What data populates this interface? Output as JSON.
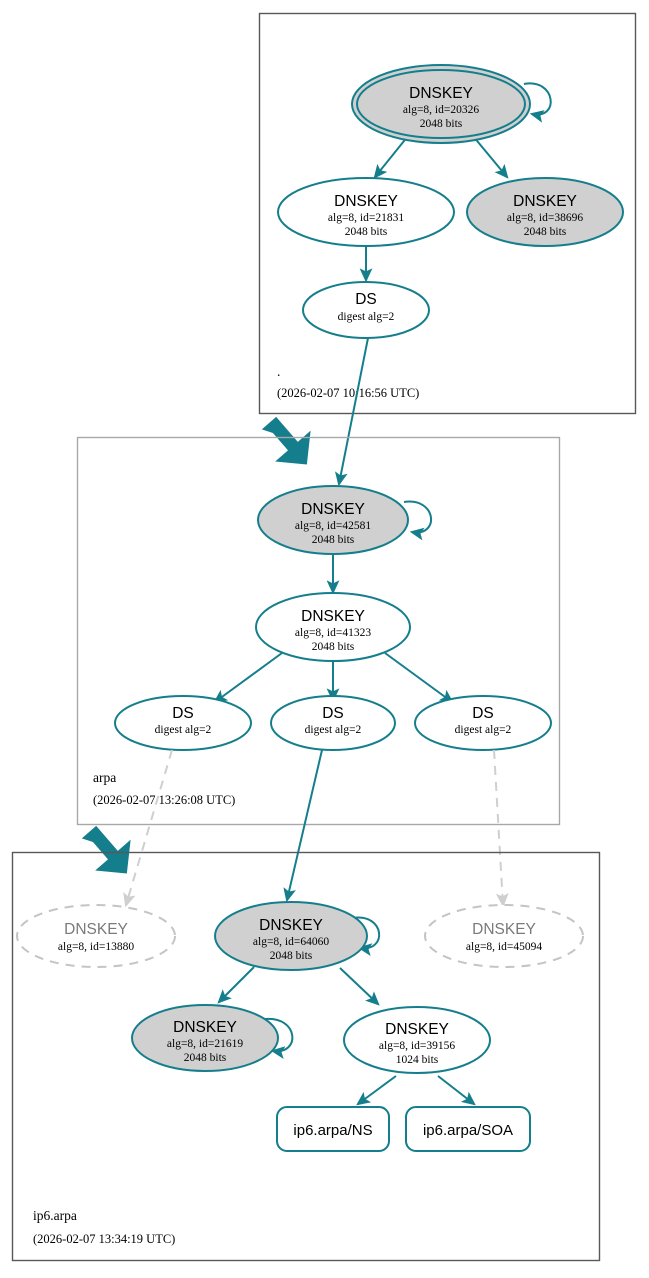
{
  "diagram": {
    "kind": "dnssec-authentication-chain",
    "colors": {
      "accent": "#157e8c",
      "secure_fill": "#d0d0d0",
      "insecure_fill": "#ffffff",
      "dashed_stroke": "#c4c4c4",
      "box_stroke": "#58585a",
      "text": "#000000"
    }
  },
  "zones": [
    {
      "id": "root",
      "name": ".",
      "timestamp": "(2026-02-07 10:16:56 UTC)",
      "nodes": [
        {
          "id": "r-ksk",
          "type": "DNSKEY",
          "title": "DNSKEY",
          "line2": "alg=8, id=20326",
          "line3": "2048 bits",
          "alg": 8,
          "key_id": 20326,
          "bits": 2048,
          "style": "trust-anchor",
          "filled": true,
          "self_sign": true
        },
        {
          "id": "r-zsk-21831",
          "type": "DNSKEY",
          "title": "DNSKEY",
          "line2": "alg=8, id=21831",
          "line3": "2048 bits",
          "alg": 8,
          "key_id": 21831,
          "bits": 2048,
          "style": "normal",
          "filled": false,
          "self_sign": false
        },
        {
          "id": "r-zsk-38696",
          "type": "DNSKEY",
          "title": "DNSKEY",
          "line2": "alg=8, id=38696",
          "line3": "2048 bits",
          "alg": 8,
          "key_id": 38696,
          "bits": 2048,
          "style": "normal",
          "filled": true,
          "self_sign": false
        },
        {
          "id": "r-ds",
          "type": "DS",
          "title": "DS",
          "line2": "digest alg=2",
          "line3": "",
          "digest_alg": 2,
          "style": "normal",
          "filled": false,
          "self_sign": false
        }
      ]
    },
    {
      "id": "arpa",
      "name": "arpa",
      "timestamp": "(2026-02-07 13:26:08 UTC)",
      "nodes": [
        {
          "id": "a-ksk",
          "type": "DNSKEY",
          "title": "DNSKEY",
          "line2": "alg=8, id=42581",
          "line3": "2048 bits",
          "alg": 8,
          "key_id": 42581,
          "bits": 2048,
          "style": "normal",
          "filled": true,
          "self_sign": true
        },
        {
          "id": "a-zsk",
          "type": "DNSKEY",
          "title": "DNSKEY",
          "line2": "alg=8, id=41323",
          "line3": "2048 bits",
          "alg": 8,
          "key_id": 41323,
          "bits": 2048,
          "style": "normal",
          "filled": false,
          "self_sign": false
        },
        {
          "id": "a-ds1",
          "type": "DS",
          "title": "DS",
          "line2": "digest alg=2",
          "line3": "",
          "digest_alg": 2,
          "style": "normal",
          "filled": false,
          "self_sign": false
        },
        {
          "id": "a-ds2",
          "type": "DS",
          "title": "DS",
          "line2": "digest alg=2",
          "line3": "",
          "digest_alg": 2,
          "style": "normal",
          "filled": false,
          "self_sign": false
        },
        {
          "id": "a-ds3",
          "type": "DS",
          "title": "DS",
          "line2": "digest alg=2",
          "line3": "",
          "digest_alg": 2,
          "style": "normal",
          "filled": false,
          "self_sign": false
        }
      ]
    },
    {
      "id": "ip6arpa",
      "name": "ip6.arpa",
      "timestamp": "(2026-02-07 13:34:19 UTC)",
      "nodes": [
        {
          "id": "i-k13880",
          "type": "DNSKEY",
          "title": "DNSKEY",
          "line2": "alg=8, id=13880",
          "line3": "",
          "alg": 8,
          "key_id": 13880,
          "style": "dashed",
          "filled": false,
          "self_sign": false
        },
        {
          "id": "i-ksk",
          "type": "DNSKEY",
          "title": "DNSKEY",
          "line2": "alg=8, id=64060",
          "line3": "2048 bits",
          "alg": 8,
          "key_id": 64060,
          "bits": 2048,
          "style": "normal",
          "filled": true,
          "self_sign": true
        },
        {
          "id": "i-k45094",
          "type": "DNSKEY",
          "title": "DNSKEY",
          "line2": "alg=8, id=45094",
          "line3": "",
          "alg": 8,
          "key_id": 45094,
          "style": "dashed",
          "filled": false,
          "self_sign": false
        },
        {
          "id": "i-k21619",
          "type": "DNSKEY",
          "title": "DNSKEY",
          "line2": "alg=8, id=21619",
          "line3": "2048 bits",
          "alg": 8,
          "key_id": 21619,
          "bits": 2048,
          "style": "normal",
          "filled": true,
          "self_sign": true
        },
        {
          "id": "i-zsk",
          "type": "DNSKEY",
          "title": "DNSKEY",
          "line2": "alg=8, id=39156",
          "line3": "1024 bits",
          "alg": 8,
          "key_id": 39156,
          "bits": 1024,
          "style": "normal",
          "filled": false,
          "self_sign": false
        },
        {
          "id": "i-ns",
          "type": "RRSET",
          "title": "ip6.arpa/NS",
          "line2": "",
          "line3": "",
          "style": "rrset"
        },
        {
          "id": "i-soa",
          "type": "RRSET",
          "title": "ip6.arpa/SOA",
          "line2": "",
          "line3": "",
          "style": "rrset"
        }
      ]
    }
  ]
}
